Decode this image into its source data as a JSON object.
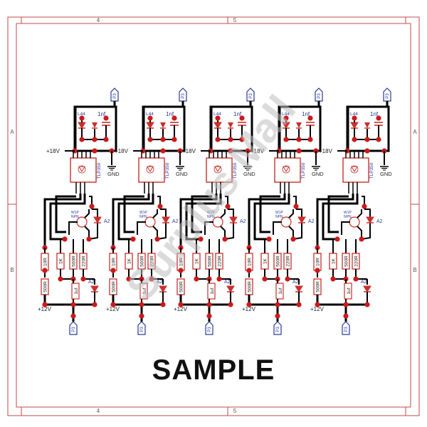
{
  "frame": {
    "columns": [
      "4",
      "5"
    ],
    "rows": [
      "A",
      "B"
    ],
    "border_color": "#c44a4a"
  },
  "colors": {
    "wire": "#000000",
    "part": "#c9302c",
    "node": "#cc1a1a",
    "net_label": "#2a3a9a",
    "watermark": "#bdbdbd"
  },
  "channels": [
    {
      "inductor": "L44",
      "cap_top": "1nf",
      "supply_in": "+18V",
      "ground": "GND",
      "opto": "TLP350",
      "transistor_top": "W1P",
      "transistor_bottom": "NPN",
      "diode_upper": "A2",
      "diode_lower": "A2",
      "res_left_top": "10R",
      "res_mid": "1K",
      "res_right_a": "500R",
      "res_right_b": "220R",
      "res_left_bottom": "500R",
      "cap_bottom": "1uf",
      "supply_low": "+12V",
      "port_top": "P3",
      "port_bottom": "P3"
    },
    {
      "inductor": "L44",
      "cap_top": "1nf",
      "supply_in": "+18V",
      "ground": "GND",
      "opto": "TLP350",
      "transistor_top": "W1P",
      "transistor_bottom": "NPN",
      "diode_upper": "A2",
      "diode_lower": "A2",
      "res_left_top": "10R",
      "res_mid": "1K",
      "res_right_a": "500R",
      "res_right_b": "220R",
      "res_left_bottom": "500R",
      "cap_bottom": "1uf",
      "supply_low": "+12V",
      "port_top": "P3",
      "port_bottom": "P3"
    },
    {
      "inductor": "L44",
      "cap_top": "1nf",
      "supply_in": "+18V",
      "ground": "GND",
      "opto": "TLP350",
      "transistor_top": "W1P",
      "transistor_bottom": "NPN",
      "diode_upper": "A2",
      "diode_lower": "A2",
      "res_left_top": "10R",
      "res_mid": "1K",
      "res_right_a": "500R",
      "res_right_b": "220R",
      "res_left_bottom": "500R",
      "cap_bottom": "1uf",
      "supply_low": "+12V",
      "port_top": "P3",
      "port_bottom": "P3"
    },
    {
      "inductor": "L44",
      "cap_top": "1nf",
      "supply_in": "+18V",
      "ground": "GND",
      "opto": "TLP350",
      "transistor_top": "W1P",
      "transistor_bottom": "NPN",
      "diode_upper": "A2",
      "diode_lower": "A2",
      "res_left_top": "10R",
      "res_mid": "1K",
      "res_right_a": "500R",
      "res_right_b": "220R",
      "res_left_bottom": "500R",
      "cap_bottom": "1uf",
      "supply_low": "+12V",
      "port_top": "P3",
      "port_bottom": "P3"
    },
    {
      "inductor": "L44",
      "cap_top": "1nf",
      "supply_in": "+18V",
      "ground": "GND",
      "opto": "TLP350",
      "transistor_top": "W1P",
      "transistor_bottom": "NPN",
      "diode_upper": "A2",
      "diode_lower": "A2",
      "res_left_top": "10R",
      "res_mid": "1K",
      "res_right_a": "500R",
      "res_right_b": "220R",
      "res_left_bottom": "500R",
      "cap_bottom": "1uf",
      "supply_low": "+12V",
      "port_top": "P3",
      "port_bottom": "P3"
    }
  ],
  "watermark": "Surplus Mall",
  "sample_label": "SAMPLE"
}
